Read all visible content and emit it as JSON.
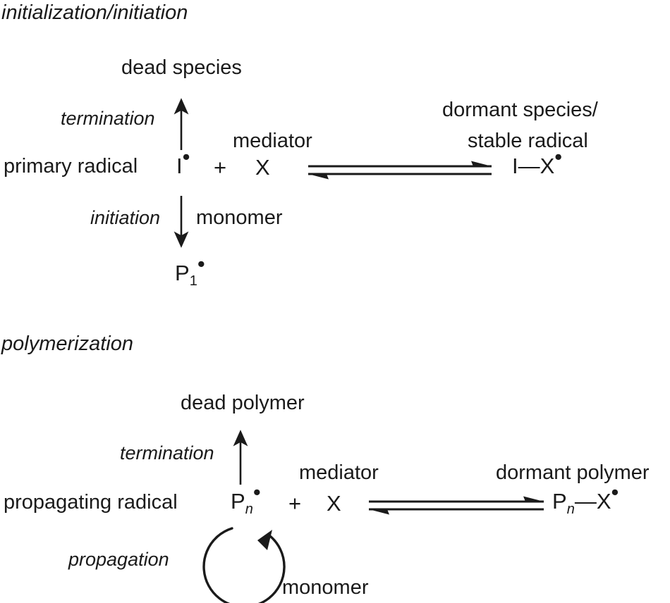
{
  "diagram": {
    "title_sections": [
      {
        "id": "initialization",
        "label": "initialization/initiation"
      },
      {
        "id": "polymerization",
        "label": "polymerization"
      }
    ],
    "initialization": {
      "header": "initialization/initiation",
      "dead_species_label": "dead species",
      "termination_label": "termination",
      "primary_radical_label": "primary radical",
      "initiator_species": "I",
      "initiator_radical_dot": "•",
      "plus_sign": "+",
      "mediator_species": "X",
      "mediator_label": "mediator",
      "dormant_label_line1": "dormant species/",
      "dormant_label_line2": "stable radical",
      "dormant_species": "I—X",
      "dormant_radical_dot": "•",
      "initiation_label": "initiation",
      "monomer_label": "monomer",
      "product_species": "P",
      "product_subscript": "1",
      "product_radical_dot": "•"
    },
    "polymerization": {
      "header": "polymerization",
      "dead_polymer_label": "dead polymer",
      "termination_label": "termination",
      "propagating_radical_label": "propagating radical",
      "propagating_species": "P",
      "propagating_subscript": "n",
      "propagating_radical_dot": "•",
      "plus_sign": "+",
      "mediator_species": "X",
      "mediator_label": "mediator",
      "dormant_polymer_label": "dormant polymer",
      "dormant_species": "P",
      "dormant_subscript": "n",
      "dormant_bond": "—X",
      "dormant_radical_dot": "•",
      "propagation_label": "propagation",
      "monomer_label": "monomer"
    },
    "colors": {
      "ink": "#1a1a1a",
      "background": "#ffffff"
    }
  }
}
